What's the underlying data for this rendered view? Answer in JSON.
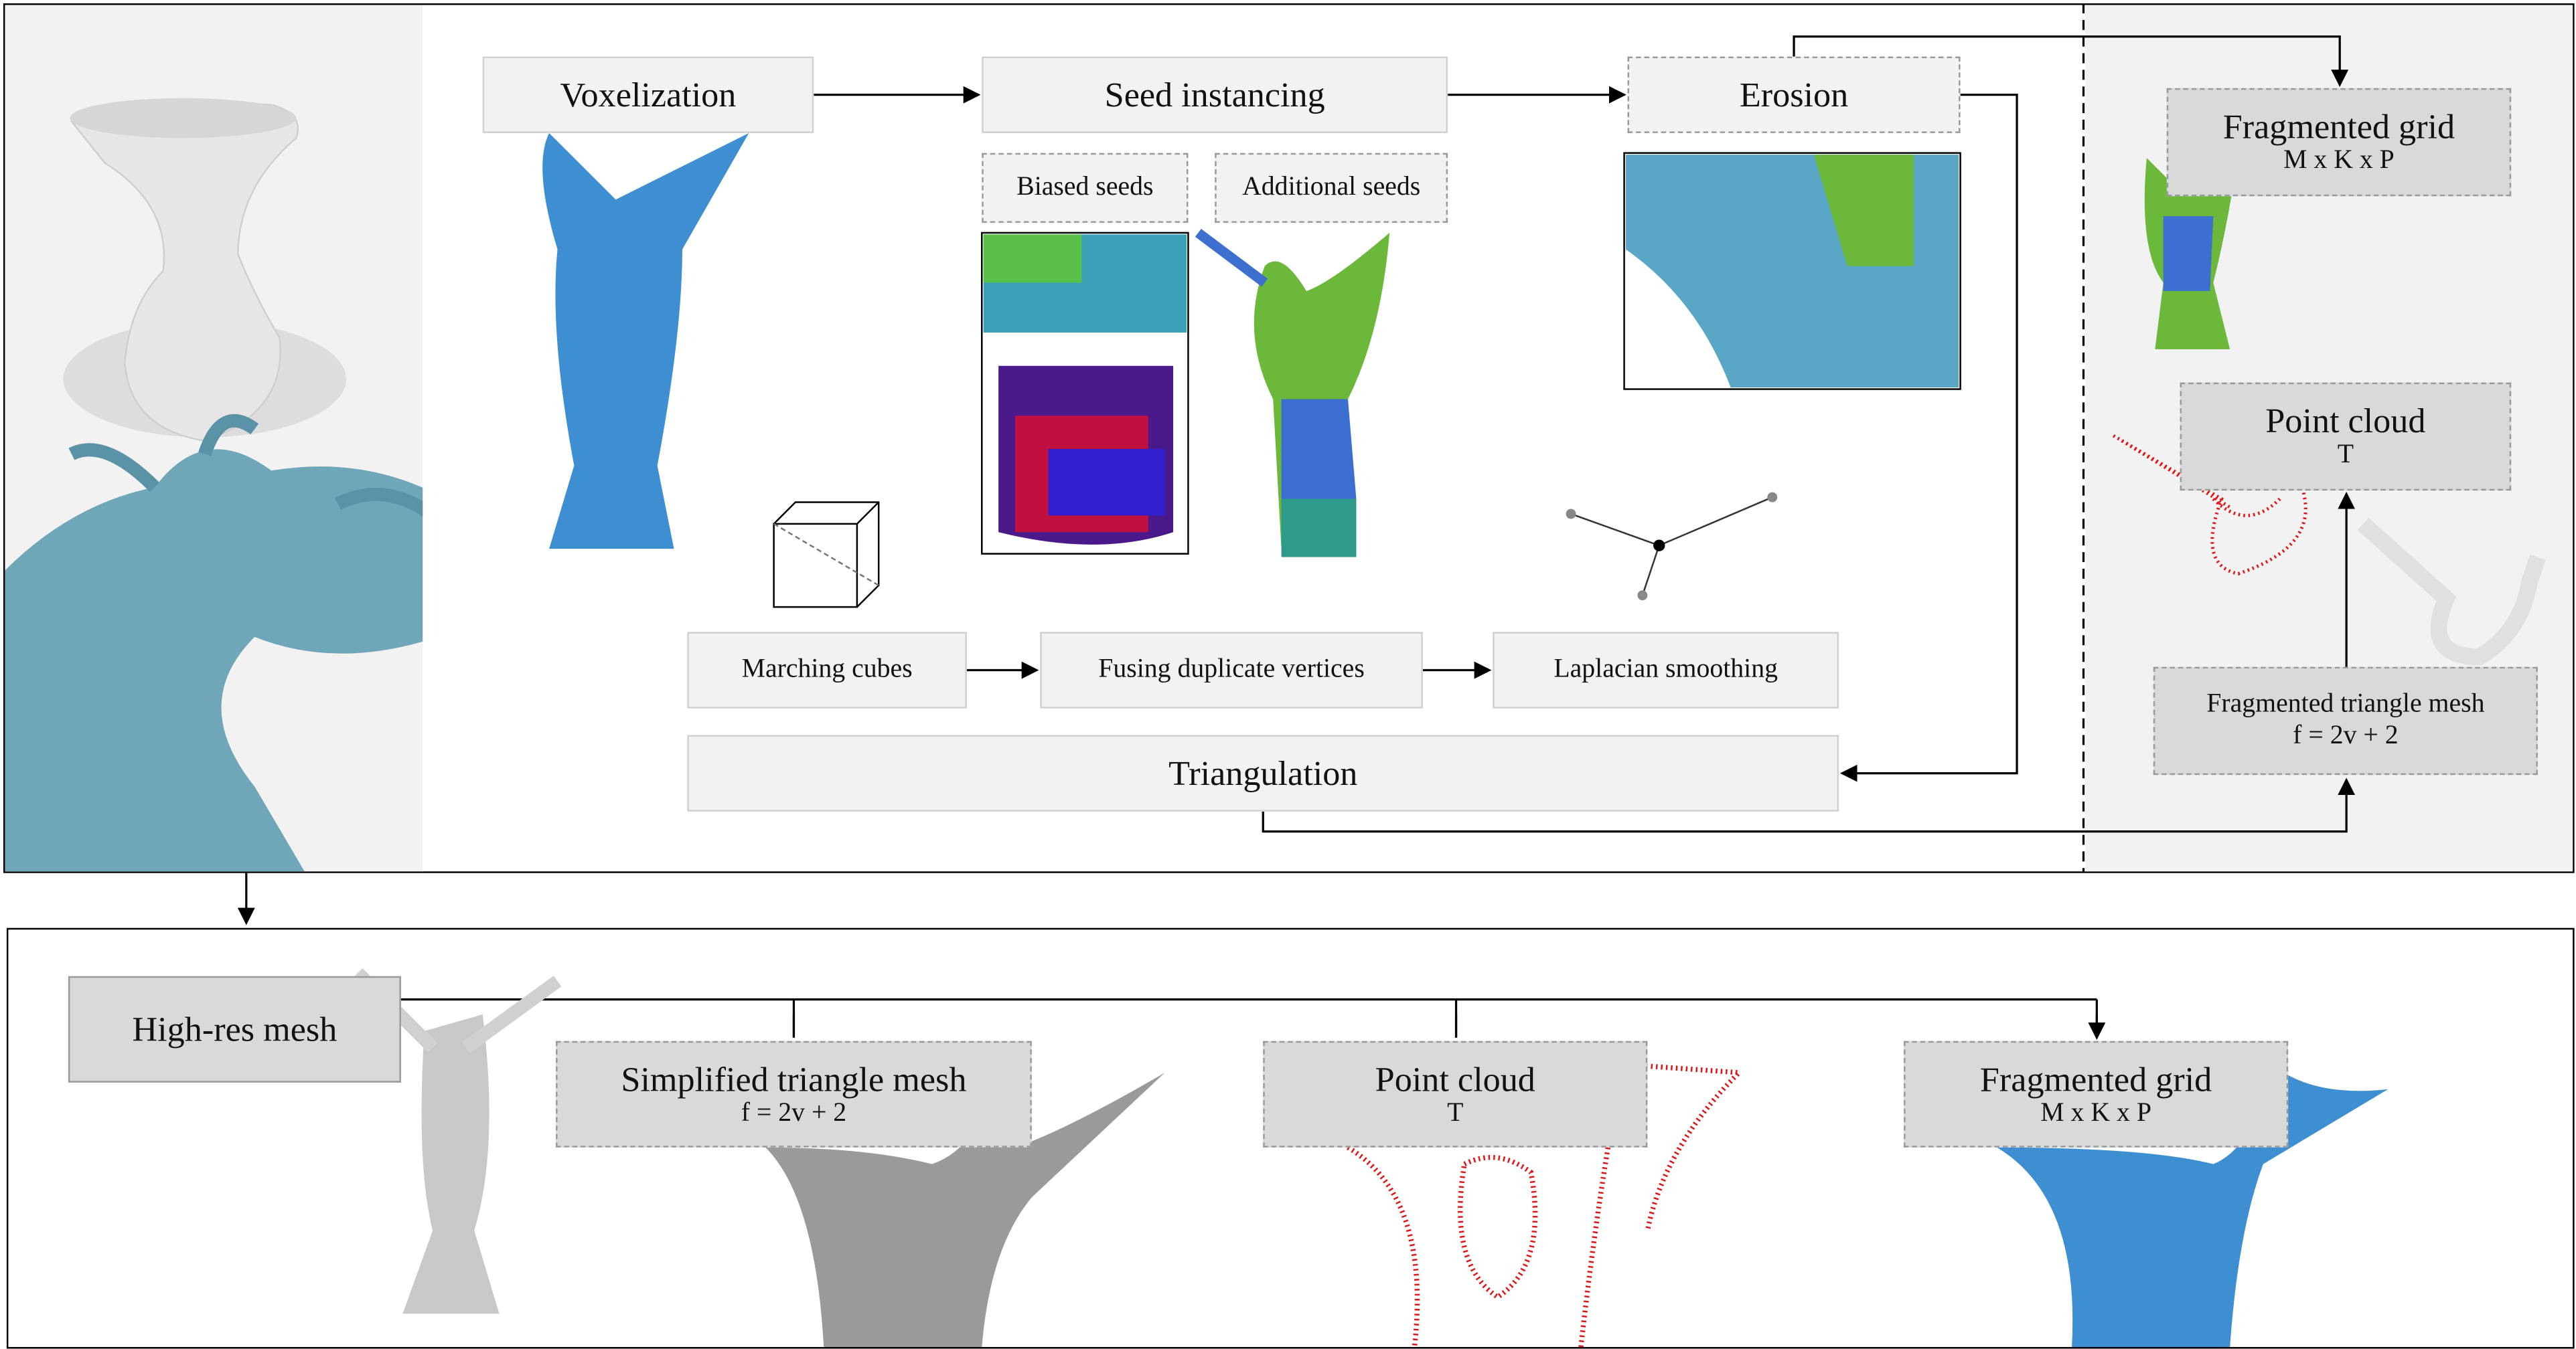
{
  "top": {
    "voxelization": "Voxelization",
    "seed_instancing": "Seed instancing",
    "erosion": "Erosion",
    "biased_seeds": "Biased seeds",
    "additional_seeds": "Additional seeds",
    "marching_cubes": "Marching cubes",
    "fusing": "Fusing duplicate vertices",
    "laplacian": "Laplacian smoothing",
    "triangulation": "Triangulation",
    "right": {
      "grid_title": "Fragmented grid",
      "grid_dims": "M x K x P",
      "cloud_title": "Point cloud",
      "cloud_dims": "T",
      "mesh_title": "Fragmented triangle mesh",
      "mesh_formula": "f = 2v + 2"
    }
  },
  "bottom": {
    "highres": "High-res mesh",
    "simplified_title": "Simplified triangle mesh",
    "simplified_formula": "f = 2v + 2",
    "cloud_title": "Point cloud",
    "cloud_dims": "T",
    "grid_title": "Fragmented grid",
    "grid_dims": "M x K x P"
  },
  "colors": {
    "voxel_blue": "#3d8fd1",
    "cloud_red": "#e01515",
    "panel_gray": "#f2f2f2",
    "box_gray": "#d9d9d9",
    "dragon": "#6fa7b8"
  }
}
